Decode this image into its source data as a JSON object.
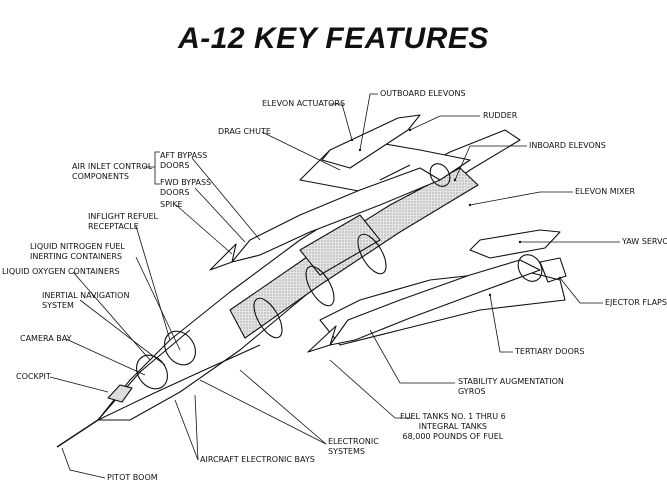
{
  "title": "A-12 KEY FEATURES",
  "labels": {
    "elevon_actuators": "ELEVON ACTUATORS",
    "outboard_elevons": "OUTBOARD ELEVONS",
    "rudder": "RUDDER",
    "drag_chute": "DRAG CHUTE",
    "inboard_elevons": "INBOARD ELEVONS",
    "aft_bypass_doors": "AFT BYPASS\nDOORS",
    "air_inlet_control": "AIR INLET CONTROL\nCOMPONENTS",
    "fwd_bypass_doors": "FWD BYPASS\nDOORS",
    "spike": "SPIKE",
    "elevon_mixer": "ELEVON MIXER",
    "inflight_refuel": "INFLIGHT REFUEL\nRECEPTACLE",
    "liquid_nitrogen": "LIQUID NITROGEN FUEL\nINERTING CONTAINERS",
    "yaw_servos": "YAW SERVOS",
    "liquid_oxygen": "LIQUID OXYGEN CONTAINERS",
    "inertial_navigation": "INERTIAL NAVIGATION\nSYSTEM",
    "ejector_flaps": "EJECTOR FLAPS",
    "camera_bay": "CAMERA BAY",
    "tertiary_doors": "TERTIARY DOORS",
    "cockpit": "COCKPIT",
    "stability_augmentation": "STABILITY AUGMENTATION\nGYROS",
    "fuel_tanks": "FUEL TANKS NO. 1 THRU 6\nINTEGRAL TANKS\n68,000 POUNDS OF FUEL",
    "electronic_systems": "ELECTRONIC\nSYSTEMS",
    "aircraft_electronic_bays": "AIRCRAFT ELECTRONIC BAYS",
    "pitot_boom": "PITOT BOOM"
  },
  "colors": {
    "ink": "#111111",
    "shade": "#c8c8c8",
    "paper": "#ffffff"
  }
}
